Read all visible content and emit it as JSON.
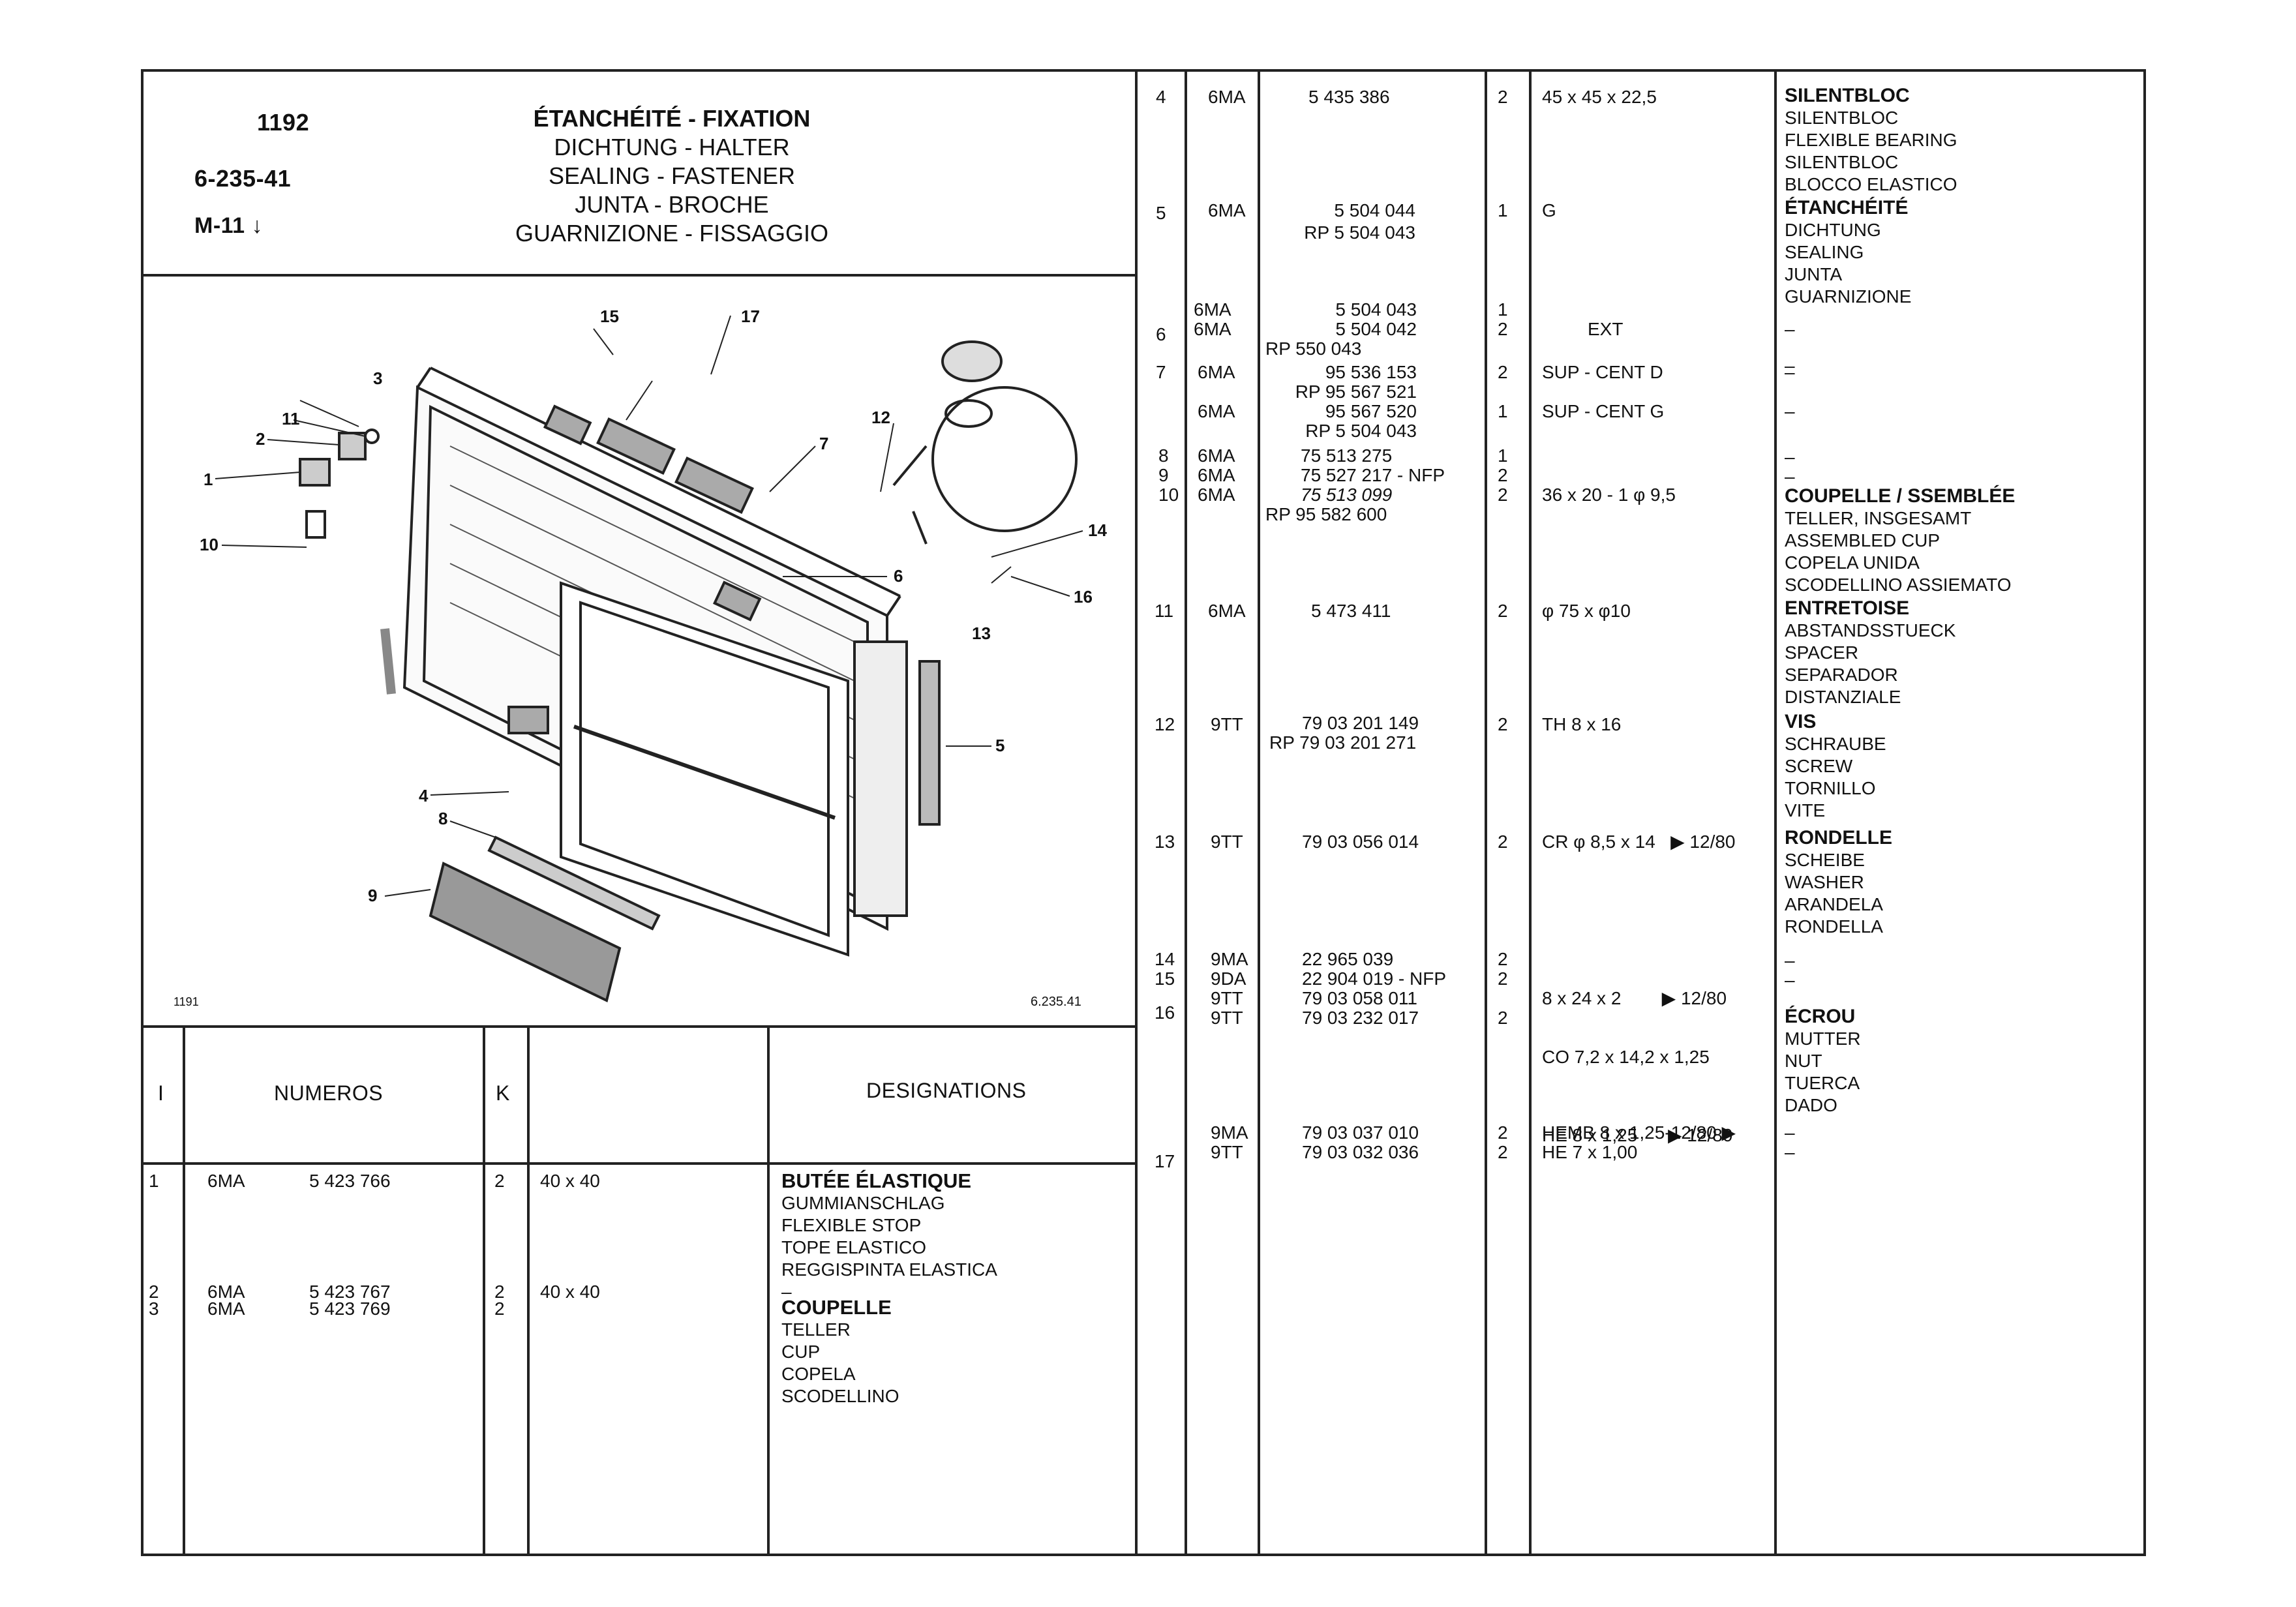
{
  "header": {
    "page_no": "1192",
    "group": "6-235-41",
    "model": "M-11",
    "titles": [
      "ÉTANCHÉITÉ - FIXATION",
      "DICHTUNG - HALTER",
      "SEALING - FASTENER",
      "JUNTA - BROCHE",
      "GUARNIZIONE - FISSAGGIO"
    ]
  },
  "diagram": {
    "ref_left": "1191",
    "ref_right": "6.235.41",
    "callouts": [
      "1",
      "2",
      "3",
      "4",
      "5",
      "6",
      "7",
      "8",
      "9",
      "10",
      "11",
      "12",
      "13",
      "14",
      "15",
      "16",
      "17"
    ]
  },
  "table_header": {
    "col_i": "I",
    "col_numeros": "NUMEROS",
    "col_k": "K",
    "col_designations": "DESIGNATIONS"
  },
  "left_rows": [
    {
      "i": [
        "1"
      ],
      "prefix": [
        "6MA"
      ],
      "number": [
        "5 423 766"
      ],
      "k": [
        "2"
      ],
      "spec": [
        "40 x 40"
      ],
      "desc": [
        "BUTÉE ÉLASTIQUE",
        "GUMMIANSCHLAG",
        "FLEXIBLE STOP",
        "TOPE ELASTICO",
        "REGGISPINTA ELASTICA"
      ]
    },
    {
      "i": [
        "2",
        "3"
      ],
      "prefix": [
        "6MA",
        "6MA"
      ],
      "number": [
        "5 423 767",
        "5 423 769"
      ],
      "k": [
        "2",
        "2"
      ],
      "spec": [
        "40 x 40"
      ],
      "desc": [
        "–",
        "COUPELLE",
        "TELLER",
        "CUP",
        "COPELA",
        "SCODELLINO"
      ]
    }
  ],
  "right_rows": [
    {
      "id": "r4",
      "i": [
        "4"
      ],
      "prefix": [
        "6MA"
      ],
      "number": [
        "5 435 386"
      ],
      "k": [
        "2"
      ],
      "spec": [
        "45 x 45 x 22,5"
      ],
      "desc": [
        "SILENTBLOC",
        "SILENTBLOC",
        "FLEXIBLE BEARING",
        "SILENTBLOC",
        "BLOCCO ELASTICO"
      ]
    },
    {
      "id": "r5",
      "i": [
        "5"
      ],
      "prefix": [
        "6MA"
      ],
      "number": [
        "5 504 044",
        "RP 5 504 043"
      ],
      "k": [
        "1"
      ],
      "spec": [
        "G"
      ],
      "desc": [
        "ÉTANCHÉITÉ",
        "DICHTUNG",
        "SEALING",
        "JUNTA",
        "GUARNIZIONE"
      ]
    },
    {
      "id": "r6",
      "i": [
        "",
        "6"
      ],
      "prefix": [
        "6MA",
        "6MA"
      ],
      "number": [
        "5 504 043",
        "5 504 042",
        "RP 550 043"
      ],
      "k": [
        "1",
        "2"
      ],
      "spec": [
        "",
        "EXT"
      ],
      "desc": [
        "–",
        "–"
      ]
    },
    {
      "id": "r7",
      "i": [
        "7",
        ""
      ],
      "prefix": [
        "6MA",
        "",
        "6MA"
      ],
      "number": [
        "95 536 153",
        "RP 95 567 521",
        "95 567 520",
        "RP 5 504 043"
      ],
      "k": [
        "2",
        "",
        "1"
      ],
      "spec": [
        "SUP - CENT D",
        "",
        "SUP - CENT G"
      ],
      "desc": [
        "–",
        "",
        "–"
      ]
    },
    {
      "id": "r8",
      "i": [
        "8",
        "9",
        "10"
      ],
      "prefix": [
        "6MA",
        "6MA",
        "6MA"
      ],
      "number": [
        "75 513 275",
        "75 527 217 - NFP",
        "75 513 099",
        "RP 95 582 600"
      ],
      "k": [
        "1",
        "2",
        "2"
      ],
      "spec": [
        "",
        "",
        "36 x 20 - 1 φ 9,5"
      ],
      "desc": [
        "–",
        "–",
        "COUPELLE / SSEMBLÉE",
        "TELLER, INSGESAMT",
        "ASSEMBLED CUP",
        "COPELA UNIDA",
        "SCODELLINO ASSIEMATO"
      ]
    },
    {
      "id": "r11",
      "i": [
        "11"
      ],
      "prefix": [
        "6MA"
      ],
      "number": [
        "5 473 411"
      ],
      "k": [
        "2"
      ],
      "spec": [
        "φ 75 x φ10"
      ],
      "desc": [
        "ENTRETOISE",
        "ABSTANDSSTUECK",
        "SPACER",
        "SEPARADOR",
        "DISTANZIALE"
      ]
    },
    {
      "id": "r12",
      "i": [
        "12"
      ],
      "prefix": [
        "9TT"
      ],
      "number": [
        "79 03 201 149",
        "RP 79 03 201 271"
      ],
      "k": [
        "2"
      ],
      "spec": [
        "TH 8 x 16"
      ],
      "desc": [
        "VIS",
        "SCHRAUBE",
        "SCREW",
        "TORNILLO",
        "VITE"
      ]
    },
    {
      "id": "r13",
      "i": [
        "13"
      ],
      "prefix": [
        "9TT"
      ],
      "number": [
        "79 03 056 014"
      ],
      "k": [
        "2"
      ],
      "spec": [
        "CR φ 8,5 x 14   ▶ 12/80"
      ],
      "desc": [
        "RONDELLE",
        "SCHEIBE",
        "WASHER",
        "ARANDELA",
        "RONDELLA"
      ]
    },
    {
      "id": "r14",
      "i": [
        "14",
        "15",
        "",
        "16"
      ],
      "prefix": [
        "9MA",
        "9DA",
        "9TT",
        "9TT"
      ],
      "number": [
        "22 965 039",
        "22 904 019 - NFP",
        "79 03 058 011",
        "79 03 232 017"
      ],
      "k": [
        "2",
        "2",
        "",
        "2"
      ],
      "spec": [
        "8 x 24 x 2        ▶ 12/80",
        "CO 7,2 x 14,2 x 1,25",
        "",
        "HE 8 x 1,25      ▶ 12/80"
      ],
      "desc": [
        "–",
        "–",
        "",
        "ÉCROU",
        "MUTTER",
        "NUT",
        "TUERCA",
        "DADO"
      ]
    },
    {
      "id": "r17",
      "i": [
        "",
        "17"
      ],
      "prefix": [
        "9MA",
        "9TT"
      ],
      "number": [
        "79 03 037 010",
        "79 03 032 036"
      ],
      "k": [
        "2",
        "2"
      ],
      "spec": [
        "HEMB 8 x 1,25-12/80 ▶",
        "HE 7 x 1,00"
      ],
      "desc": [
        "–",
        "–"
      ]
    }
  ]
}
